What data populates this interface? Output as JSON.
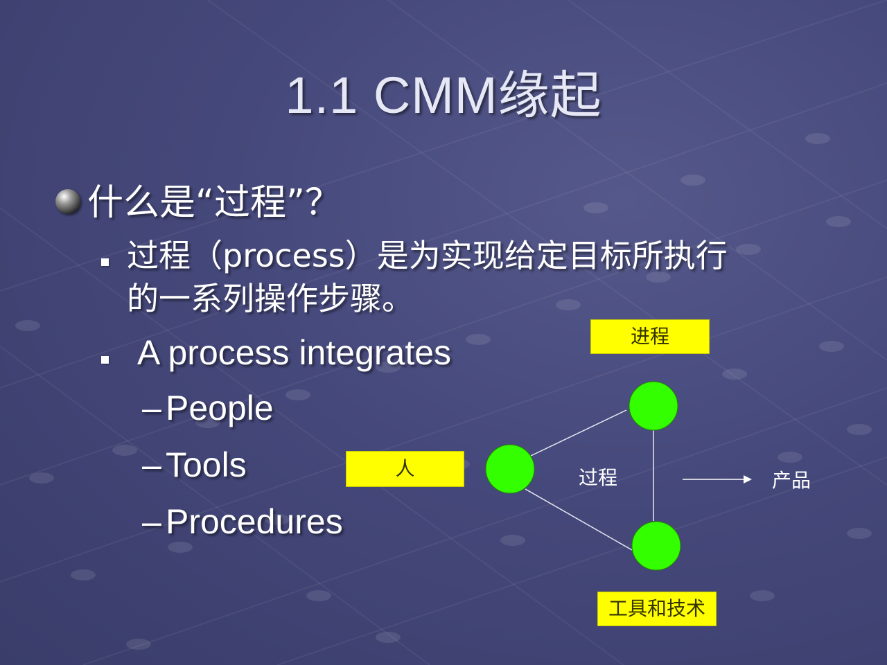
{
  "slide": {
    "title": "1.1 CMM缘起",
    "question": "什么是“过程”？",
    "definition_line1": "过程（process）是为实现给定目标所执行",
    "definition_line2": "的一系列操作步骤。",
    "integrates": "A process integrates",
    "items": [
      "People",
      "Tools",
      "Procedures"
    ],
    "item_dash": "–"
  },
  "diagram": {
    "label_process_node": "进程",
    "label_people": "人",
    "label_tools_tech": "工具和技术",
    "label_process": "过程",
    "label_product": "产品",
    "box_color": "#ffff00",
    "node_color": "#33ff00"
  }
}
